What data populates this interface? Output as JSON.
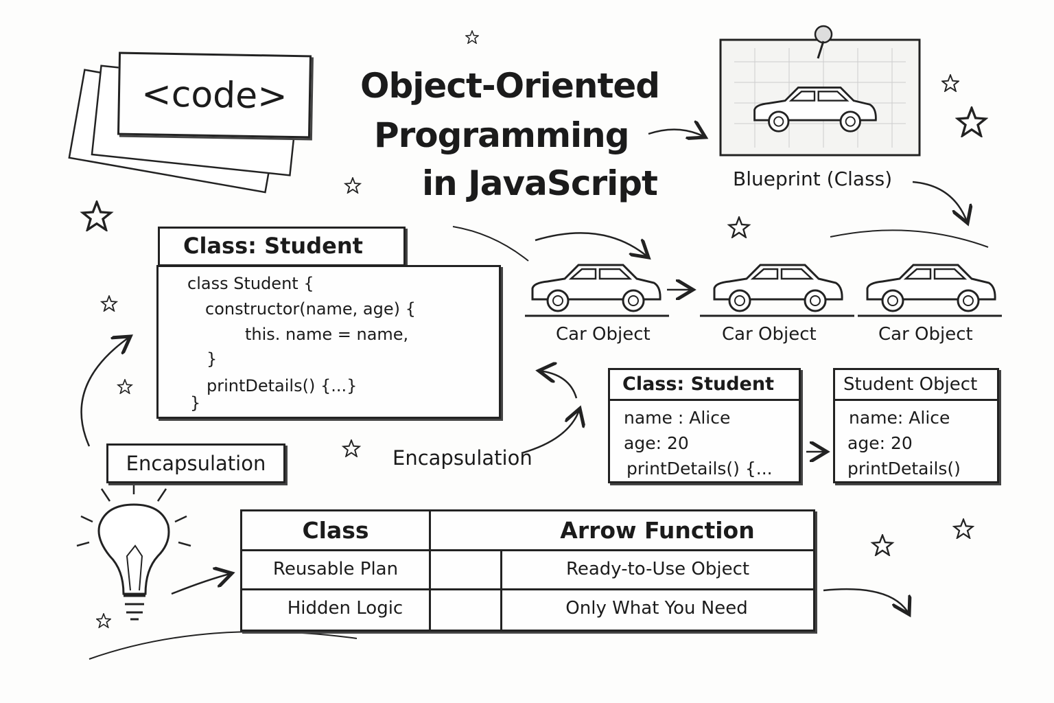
{
  "title": {
    "line1": "Object-Oriented",
    "line2": "Programming",
    "line3": "in JavaScript"
  },
  "code_card": {
    "label": "<code>"
  },
  "blueprint": {
    "label": "Blueprint (Class)"
  },
  "class_code": {
    "header": "Class: Student",
    "lines": [
      "class Student {",
      "constructor(name, age) {",
      "this. name = name,",
      "}",
      "printDetails() {...}",
      "}"
    ]
  },
  "cars": [
    {
      "label": "Car Object"
    },
    {
      "label": "Car Object"
    },
    {
      "label": "Car Object"
    }
  ],
  "encapsulation": {
    "boxed": "Encapsulation",
    "free": "Encapsulation"
  },
  "class_student": {
    "header": "Class: Student",
    "fields": [
      "name : Alice",
      "age: 20",
      "printDetails() {..."
    ]
  },
  "student_object": {
    "header": "Student Object",
    "fields": [
      "name: Alice",
      "age: 20",
      "printDetails()"
    ]
  },
  "table": {
    "headers": [
      "Class",
      "Arrow Function"
    ],
    "rows": [
      [
        "Reusable Plan",
        "Ready-to-Use Object"
      ],
      [
        "Hidden Logic",
        "Only What You Need"
      ]
    ]
  }
}
